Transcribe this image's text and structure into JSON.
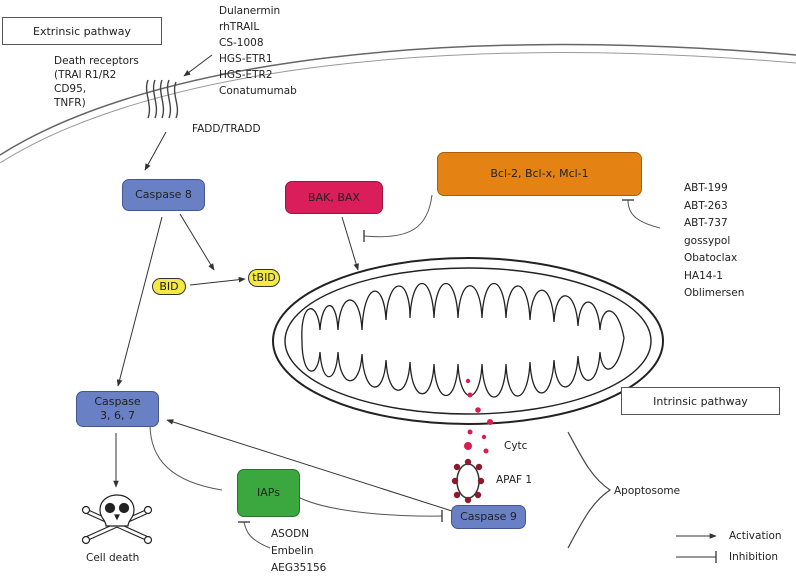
{
  "labels": {
    "extrinsic": "Extrinsic pathway",
    "intrinsic": "Intrinsic pathway",
    "death_receptors": [
      "Death receptors",
      "(TRAl R1/R2",
      "CD95,",
      "TNFR)"
    ],
    "receptor_drugs": [
      "Dulanermin",
      "rhTRAIL",
      "CS-1008",
      "HGS-ETR1",
      "HGS-ETR2",
      "Conatumumab"
    ],
    "fadd": "FADD/TRADD",
    "bcl_drugs": [
      "ABT-199",
      "ABT-263",
      "ABT-737",
      "gossypol",
      "Obatoclax",
      "HA14-1",
      "Oblimersen"
    ],
    "iap_drugs": [
      "ASODN",
      "Embelin",
      "AEG35156"
    ],
    "cytc": "Cytc",
    "apaf": "APAF 1",
    "apoptosome": "Apoptosome",
    "cell_death": "Cell death"
  },
  "nodes": {
    "caspase8": "Caspase 8",
    "bak_bax": "BAK, BAX",
    "bcl2": "Bcl-2, Bcl-x, Mcl-1",
    "bid": "BID",
    "tbid": "tBID",
    "caspase367": [
      "Caspase",
      "3, 6, 7"
    ],
    "iaps": "IAPs",
    "caspase9": "Caspase 9"
  },
  "legend": {
    "activation": "Activation",
    "inhibition": "Inhibition"
  },
  "colors": {
    "caspase": "#6a80c4",
    "bak_bax": "#d91e5b",
    "bcl2": "#e48313",
    "bid": "#f4e842",
    "iaps": "#3aa83e",
    "cytc": "#d91e4c",
    "line": "#333333"
  }
}
